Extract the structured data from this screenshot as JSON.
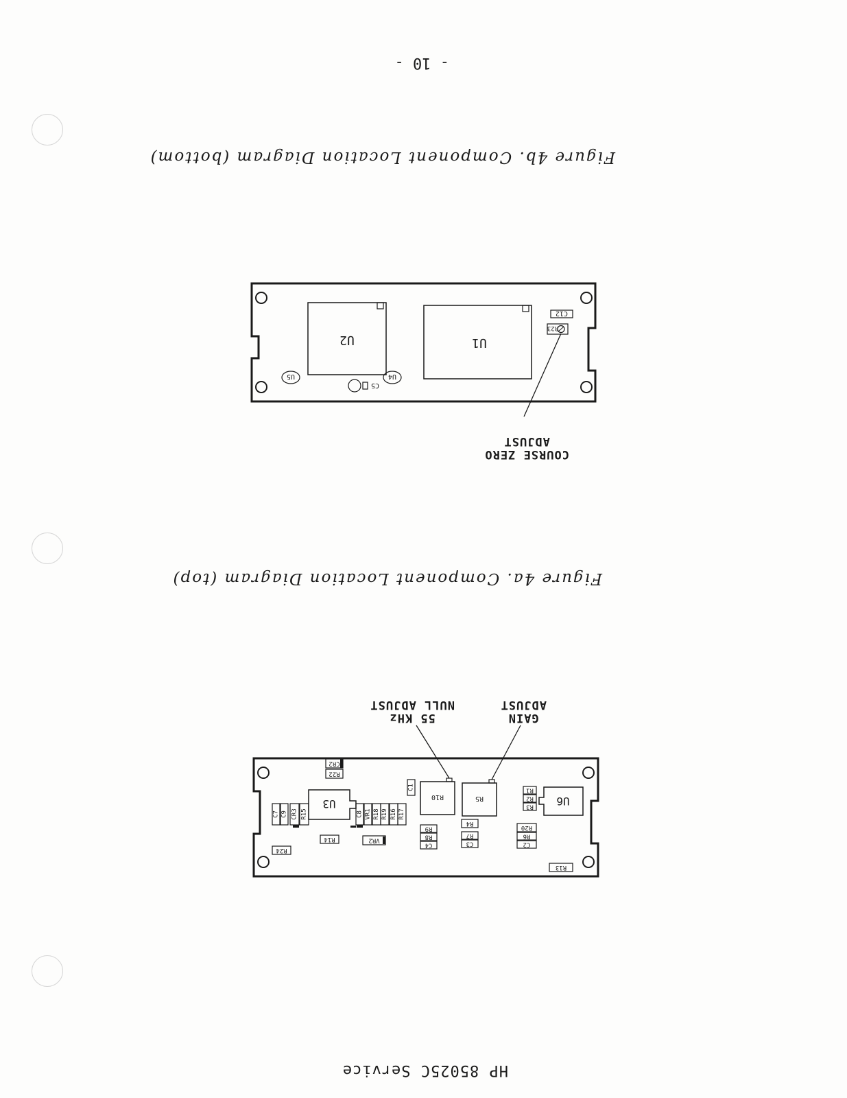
{
  "page": {
    "number": "- 10 -",
    "footer": "HP 85025C Service"
  },
  "figure_top": {
    "caption": "Figure 4a.  Component Location Diagram (top)",
    "callouts": {
      "gain_line1": "GAIN",
      "gain_line2": "ADJUST",
      "null_line1": "55 KHz",
      "null_line2": "NULL ADJUST"
    },
    "components": {
      "u3": "U3",
      "u6": "U6",
      "r10": "R10",
      "r5": "R5",
      "cr2": "CR2",
      "r22": "R22",
      "c1": "C1",
      "r1": "R1",
      "r2": "R2",
      "r3": "R3",
      "r4": "R4",
      "r9": "R9",
      "r8": "R8",
      "c4": "C4",
      "r7": "R7",
      "c3": "C3",
      "r20": "R20",
      "r6": "R6",
      "c2": "C2",
      "r13": "R13",
      "r14": "R14",
      "r24": "R24",
      "vr2": "VR2",
      "c7": "C7",
      "c9": "C9",
      "cr3": "CR3",
      "r15": "R15",
      "c8": "C8",
      "vr1": "VR1",
      "r18": "R18",
      "r19": "R19",
      "r16": "R16",
      "r17": "R17"
    }
  },
  "figure_bottom": {
    "caption": "Figure 4b.  Component Location Diagram (bottom)",
    "callouts": {
      "course_line1": "COURSE ZERO",
      "course_line2": "ADJUST"
    },
    "components": {
      "u1": "U1",
      "u2": "U2",
      "u4": "U4",
      "u5": "U5",
      "c5": "C5",
      "c12": "C12",
      "r23": "R23"
    }
  }
}
